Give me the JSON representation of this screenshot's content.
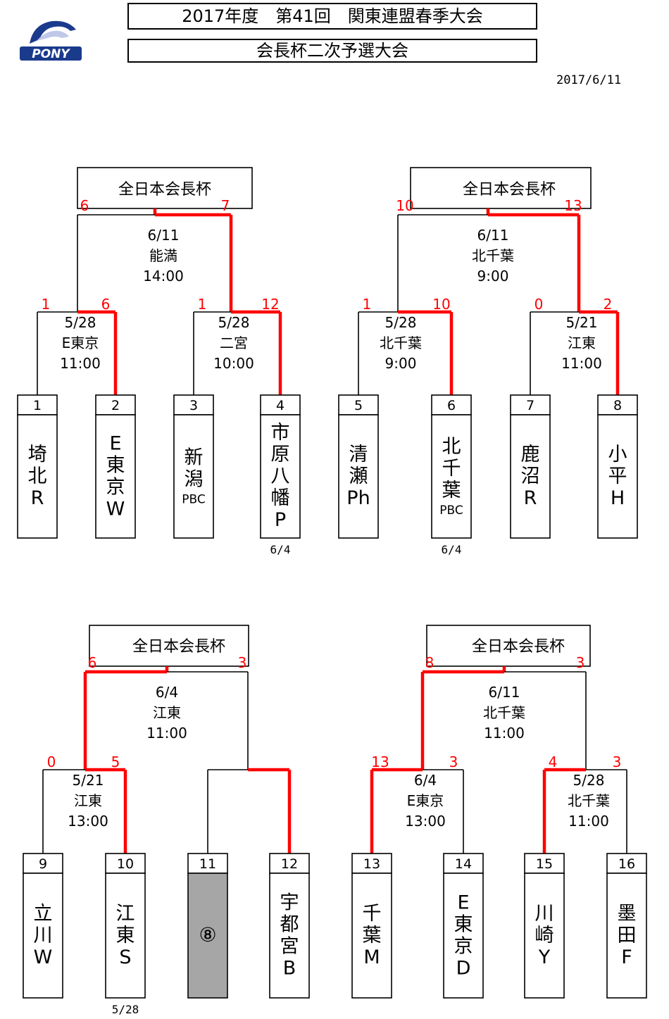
{
  "header": {
    "title": "2017年度　第41回　関東連盟春季大会",
    "subtitle": "会長杯二次予選大会",
    "date": "2017/6/11",
    "logo_text": "PONY"
  },
  "colors": {
    "winner_line": "#ff0000",
    "score": "#ff0000",
    "line": "#000000",
    "bye_fill": "#a6a6a6"
  },
  "blocks": [
    {
      "final_label": "全日本会長杯",
      "final": {
        "date": "6/11",
        "venue": "能満",
        "time": "14:00",
        "score_left": "6",
        "score_right": "7"
      },
      "semis": [
        {
          "date": "5/28",
          "venue": "E東京",
          "time": "11:00",
          "score_left": "1",
          "score_right": "6"
        },
        {
          "date": "5/28",
          "venue": "二宮",
          "time": "10:00",
          "score_left": "1",
          "score_right": "12"
        }
      ],
      "teams": [
        {
          "no": "1",
          "lines": [
            "埼",
            "北",
            "R"
          ],
          "sub": "",
          "note": ""
        },
        {
          "no": "2",
          "lines": [
            "E",
            "東",
            "京",
            "W"
          ],
          "sub": "",
          "note": ""
        },
        {
          "no": "3",
          "lines": [
            "新",
            "潟"
          ],
          "sub": "PBC",
          "note": ""
        },
        {
          "no": "4",
          "lines": [
            "市",
            "原",
            "八",
            "幡",
            "P"
          ],
          "sub": "",
          "note": "6/4"
        }
      ]
    },
    {
      "final_label": "全日本会長杯",
      "final": {
        "date": "6/11",
        "venue": "北千葉",
        "time": "9:00",
        "score_left": "10",
        "score_right": "13"
      },
      "semis": [
        {
          "date": "5/28",
          "venue": "北千葉",
          "time": "9:00",
          "score_left": "1",
          "score_right": "10"
        },
        {
          "date": "5/21",
          "venue": "江東",
          "time": "11:00",
          "score_left": "0",
          "score_right": "2"
        }
      ],
      "teams": [
        {
          "no": "5",
          "lines": [
            "清",
            "瀬",
            "Ph"
          ],
          "sub": "",
          "note": ""
        },
        {
          "no": "6",
          "lines": [
            "北",
            "千",
            "葉"
          ],
          "sub": "PBC",
          "note": "6/4"
        },
        {
          "no": "7",
          "lines": [
            "鹿",
            "沼",
            "R"
          ],
          "sub": "",
          "note": ""
        },
        {
          "no": "8",
          "lines": [
            "小",
            "平",
            "H"
          ],
          "sub": "",
          "note": ""
        }
      ]
    },
    {
      "final_label": "全日本会長杯",
      "final": {
        "date": "6/4",
        "venue": "江東",
        "time": "11:00",
        "score_left": "6",
        "score_right": "3"
      },
      "semis": [
        {
          "date": "5/21",
          "venue": "江東",
          "time": "13:00",
          "score_left": "0",
          "score_right": "5"
        },
        {
          "date": "",
          "venue": "",
          "time": "",
          "score_left": "",
          "score_right": ""
        }
      ],
      "teams": [
        {
          "no": "9",
          "lines": [
            "立",
            "川",
            "W"
          ],
          "sub": "",
          "note": ""
        },
        {
          "no": "10",
          "lines": [
            "江",
            "東",
            "S"
          ],
          "sub": "",
          "note": "5/28"
        },
        {
          "no": "11",
          "lines": [
            "⑧"
          ],
          "sub": "",
          "note": ""
        },
        {
          "no": "12",
          "lines": [
            "宇",
            "都",
            "宮",
            "B"
          ],
          "sub": "",
          "note": ""
        }
      ]
    },
    {
      "final_label": "全日本会長杯",
      "final": {
        "date": "6/11",
        "venue": "北千葉",
        "time": "11:00",
        "score_left": "8",
        "score_right": "3"
      },
      "semis": [
        {
          "date": "6/4",
          "venue": "E東京",
          "time": "13:00",
          "score_left": "13",
          "score_right": "3"
        },
        {
          "date": "5/28",
          "venue": "北千葉",
          "time": "11:00",
          "score_left": "4",
          "score_right": "3"
        }
      ],
      "teams": [
        {
          "no": "13",
          "lines": [
            "千",
            "葉",
            "M"
          ],
          "sub": "",
          "note": ""
        },
        {
          "no": "14",
          "lines": [
            "E",
            "東",
            "京",
            "D"
          ],
          "sub": "",
          "note": ""
        },
        {
          "no": "15",
          "lines": [
            "川",
            "崎",
            "Y"
          ],
          "sub": "",
          "note": ""
        },
        {
          "no": "16",
          "lines": [
            "墨",
            "田",
            "F"
          ],
          "sub": "",
          "note": ""
        }
      ]
    }
  ]
}
